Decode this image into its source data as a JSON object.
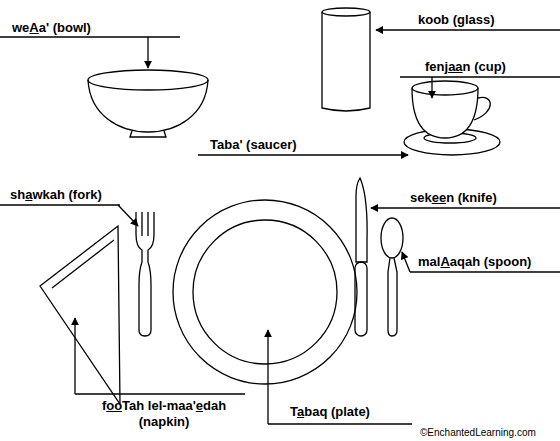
{
  "diagram": {
    "labels": [
      "weAa' (bowl)",
      "koob (glass)",
      "fenjaan (cup)",
      "Taba' (saucer)",
      "shawkah (fork)",
      "sekeen (knife)",
      "malAaqah (spoon)",
      "fooTah lel-maa'edah (napkin)",
      "Tabaq (plate)",
      "©EnchantedLearning.com"
    ]
  }
}
